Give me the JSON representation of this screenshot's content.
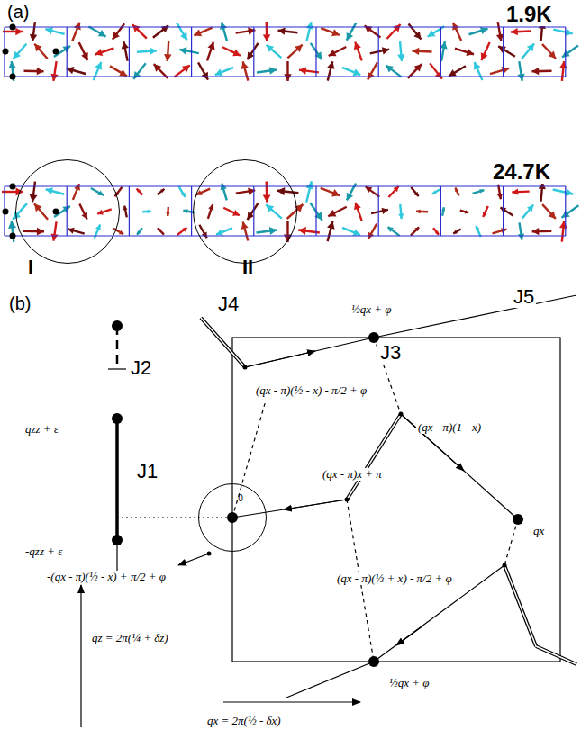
{
  "diagram": {
    "nodes": [
      {
        "text": [
          "I"
        ]
      },
      {
        "text": [
          "II"
        ]
      },
      {
        "text": [
          "0"
        ]
      }
    ],
    "labels": [
      "(a)",
      "1.9K",
      "24.7K",
      "(b)",
      "J4",
      "½qx + φ",
      "J5",
      "J2",
      "J3",
      "qzz + ε",
      "J1",
      "(qx - π)(½ - x) - π/2 + φ",
      "(qx - π)(1 - x)",
      "-(qx - π)(½ - x) + π/2 + φ",
      "(qx - π)x + π",
      "qx",
      "(qx - π)(½ + x) - π/2 + φ",
      "-qzz + ε",
      "½qx + φ",
      "qz = 2π(¼ + δz)",
      "qx = 2π(½ - δx)"
    ]
  }
}
